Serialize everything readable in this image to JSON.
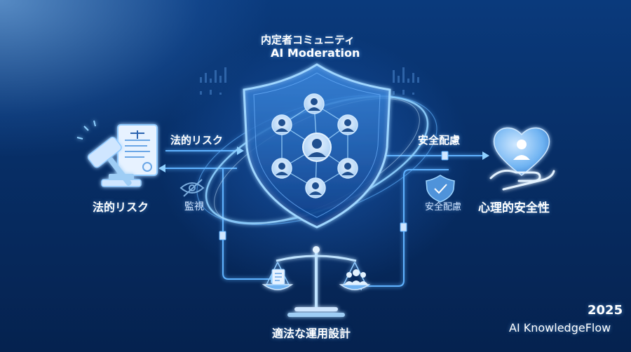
{
  "title": {
    "line1": "内定者コミュニティ",
    "line2": "AI Moderation"
  },
  "labels": {
    "legal_risk_arrow": "法的リスク",
    "legal_risk_node": "法的リスク",
    "monitoring": "監視",
    "safety_arrow": "安全配慮",
    "safety_small": "安全配慮",
    "psych_safety": "心理的安全性",
    "balanced_design": "適法な運用設計"
  },
  "footer": {
    "year": "2025",
    "brand": "AI KnowledgeFlow"
  },
  "colors": {
    "accent": "#5fb2ff",
    "glow": "#8fd0ff",
    "background": "#072e66"
  }
}
